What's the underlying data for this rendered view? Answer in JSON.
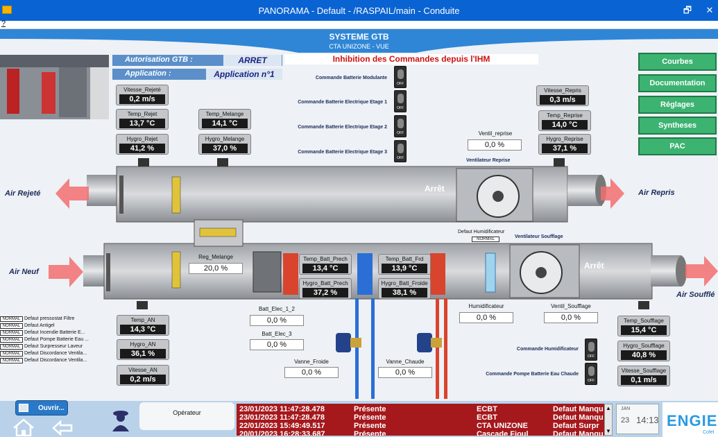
{
  "window": {
    "title": "PANORAMA - Default - /RASPAIL/main - Conduite",
    "menu_help": "?",
    "restore_glyph": "🗗",
    "close_glyph": "✕"
  },
  "header": {
    "title": "SYSTEME GTB",
    "subtitle": "CTA UNIZONE - VUE"
  },
  "status": {
    "autorisation_label": "Autorisation GTB :",
    "autorisation_value": "ARRET",
    "application_label": "Application :",
    "application_value": "Application n°1",
    "inhibition_text": "Inhibition des Commandes depuis l'IHM"
  },
  "commands": [
    {
      "label": "Commande Batterie Modulante",
      "state": "OFF"
    },
    {
      "label": "Commande Batterie Electrique Etage 1",
      "state": "OFF"
    },
    {
      "label": "Commande Batterie Electrique Etage 2",
      "state": "OFF"
    },
    {
      "label": "Commande Batterie Electrique Etage 3",
      "state": "OFF"
    }
  ],
  "right_buttons": [
    {
      "label": "Courbes"
    },
    {
      "label": "Documentation"
    },
    {
      "label": "Réglages"
    },
    {
      "label": "Syntheses"
    },
    {
      "label": "PAC"
    }
  ],
  "tags": {
    "vitesse_rejete": {
      "label": "Vitesse_Rejeté",
      "value": "0,2 m/s"
    },
    "temp_rejet": {
      "label": "Temp_Rejet",
      "value": "13,7 °C"
    },
    "hygro_rejet": {
      "label": "Hygro_Rejet",
      "value": "41,2 %"
    },
    "temp_melange": {
      "label": "Temp_Melange",
      "value": "14,1 °C"
    },
    "hygro_melange": {
      "label": "Hygro_Melange",
      "value": "37,0 %"
    },
    "vitesse_repris": {
      "label": "Vitesse_Repris",
      "value": "0,3 m/s"
    },
    "temp_reprise": {
      "label": "Temp_Reprise",
      "value": "14,0 °C"
    },
    "hygro_reprise": {
      "label": "Hygro_Reprise",
      "value": "37,1 %"
    },
    "temp_batt_prech": {
      "label": "Temp_Batt_Prech",
      "value": "13,4 °C"
    },
    "hygro_batt_prech": {
      "label": "Hygro_Batt_Prech",
      "value": "37,2 %"
    },
    "temp_batt_frd": {
      "label": "Temp_Batt_Frd",
      "value": "13,9 °C"
    },
    "hygro_batt_froide": {
      "label": "Hygro_Batt_Froide",
      "value": "38,1 %"
    },
    "temp_an": {
      "label": "Temp_AN",
      "value": "14,3 °C"
    },
    "hygro_an": {
      "label": "Hygro_AN",
      "value": "36,1 %"
    },
    "vitesse_an": {
      "label": "Vitesse_AN",
      "value": "0,2 m/s"
    },
    "temp_soufflage": {
      "label": "Temp_Soufflage",
      "value": "15,4 °C"
    },
    "hygro_soufflage": {
      "label": "Hygro_Soufflage",
      "value": "40,8 %"
    },
    "vitesse_soufflage": {
      "label": "Vitesse_Soufflage",
      "value": "0,1 m/s"
    }
  },
  "fields": {
    "ventil_reprise": {
      "label": "Ventil_reprise",
      "value": "0,0 %"
    },
    "reg_melange": {
      "label": "Reg_Melange",
      "value": "20,0 %"
    },
    "batt_elec_1_2": {
      "label": "Batt_Elec_1_2",
      "value": "0,0 %"
    },
    "batt_elec_3": {
      "label": "Batt_Elec_3",
      "value": "0,0 %"
    },
    "vanne_froide": {
      "label": "Vanne_Froide",
      "value": "0,0 %"
    },
    "vanne_chaude": {
      "label": "Vanne_Chaude",
      "value": "0,0 %"
    },
    "humidificateur": {
      "label": "Humidificateur",
      "value": "0,0 %"
    },
    "ventil_soufflage": {
      "label": "Ventil_Soufflage",
      "value": "0,0 %"
    }
  },
  "diagram": {
    "ventilateur_reprise": "Ventilateur Reprise",
    "ventilateur_soufflage": "Ventilateur Soufflage",
    "defaut_humidificateur": "Defaut Humidificateur",
    "defaut_humidificateur_state": "NORMAL",
    "arret_top": "Arrêt",
    "arret_bottom": "Arrêt",
    "air_rejete": "Air Rejeté",
    "air_repris": "Air Repris",
    "air_neuf": "Air Neuf",
    "air_souffle": "Air Soufflé",
    "cmd_humidificateur": "Commande Humidificateur",
    "cmd_pompe": "Commande Pompe Batterie Eau Chaude",
    "switch_state": "OFF"
  },
  "defauts": [
    {
      "state": "NORMAL",
      "label": "Defaut pressostat Filtre"
    },
    {
      "state": "NORMAL",
      "label": "Defaut Antigel"
    },
    {
      "state": "NORMAL",
      "label": "Defaut Incendie Batterie E..."
    },
    {
      "state": "NORMAL",
      "label": "Defaut Pompe Batterie Eau ..."
    },
    {
      "state": "NORMAL",
      "label": "Defaut Surpresseur Laveur"
    },
    {
      "state": "NORMAL",
      "label": "Defaut Discordance Ventila..."
    },
    {
      "state": "NORMAL",
      "label": "Defaut Discordance Ventila..."
    }
  ],
  "bottom": {
    "open_button": "Ouvrir...",
    "operator_label": "Opérateur",
    "clock_day": "JAN",
    "clock_date": "23",
    "clock_time": "14:13",
    "logo": "ENGIE",
    "logo_sub": "Cofel"
  },
  "alarms": [
    {
      "date": "23/01/2023 11:47:28.478",
      "state": "Présente",
      "source": "ECBT",
      "message": "Defaut Manqu"
    },
    {
      "date": "23/01/2023 11:47:28.478",
      "state": "Présente",
      "source": "ECBT",
      "message": "Defaut Manqu"
    },
    {
      "date": "22/01/2023 15:49:49.517",
      "state": "Présente",
      "source": "CTA UNIZONE",
      "message": "Defaut Surpr"
    },
    {
      "date": "20/01/2023 16:28:33.687",
      "state": "Présente",
      "source": "Cascade Fioul",
      "message": "Defaut Manqu"
    }
  ]
}
